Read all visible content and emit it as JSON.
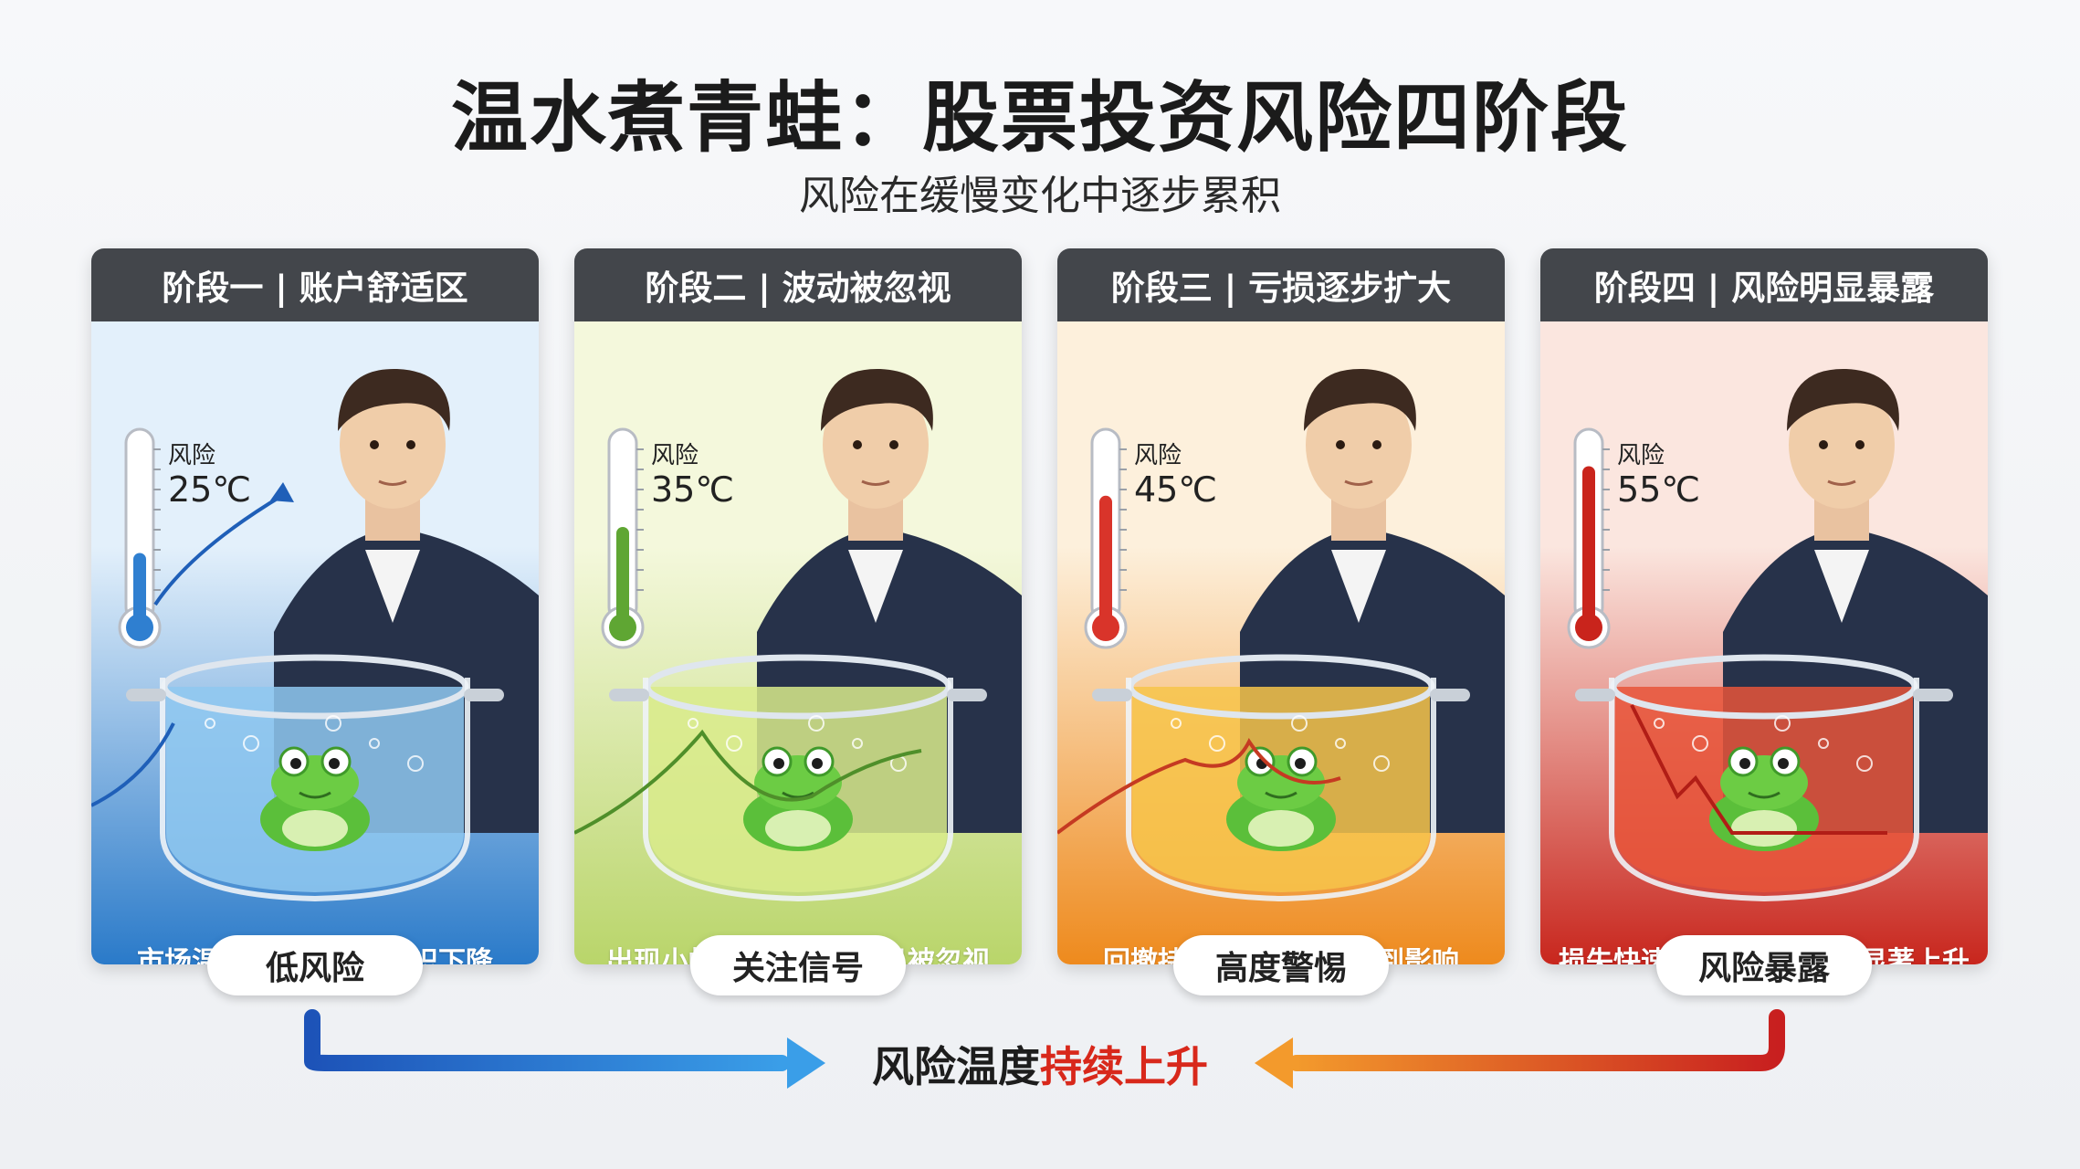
{
  "title": "温水煮青蛙：股票投资风险四阶段",
  "subtitle": "风险在缓慢变化中逐步累积",
  "stages": [
    {
      "header": "阶段一 | 账户舒适区",
      "risk_label": "风险",
      "temperature": "25℃",
      "level": 0.35,
      "caption": "市场温和上行，风险意识下降",
      "badge": "低风险",
      "colors": {
        "top": "#e3f0fb",
        "bottom": "#2a7ac9",
        "mercury": "#2f7fd0",
        "water": "#8fc8f0"
      }
    },
    {
      "header": "阶段二 | 波动被忽视",
      "risk_label": "风险",
      "temperature": "35℃",
      "level": 0.5,
      "caption": "出现小幅震荡，变化容易被忽视",
      "badge": "关注信号",
      "colors": {
        "top": "#f4f8dc",
        "bottom": "#b9d56a",
        "mercury": "#5fa633",
        "water": "#d9eb8b"
      }
    },
    {
      "header": "阶段三 | 亏损逐步扩大",
      "risk_label": "风险",
      "temperature": "45℃",
      "level": 0.68,
      "caption": "回撤持续扩大，情绪受到影响",
      "badge": "高度警惕",
      "colors": {
        "top": "#fdf0dc",
        "bottom": "#ee8a1d",
        "mercury": "#d9342a",
        "water": "#f7c44a"
      }
    },
    {
      "header": "阶段四 | 风险明显暴露",
      "risk_label": "风险",
      "temperature": "55℃",
      "level": 0.85,
      "caption": "损失快速增加，决策压力显著上升",
      "badge": "风险暴露",
      "colors": {
        "top": "#fbe6df",
        "bottom": "#c8261d",
        "mercury": "#c9241c",
        "water": "#e8553a"
      }
    }
  ],
  "bottom": {
    "text_plain": "风险温度",
    "text_highlight": "持续上升",
    "left_color": "#1f5fc2",
    "right_color": "#e0561f"
  }
}
